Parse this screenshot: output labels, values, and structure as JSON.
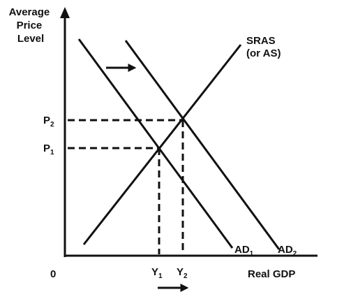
{
  "axes": {
    "y_label": [
      "Average",
      "Price",
      "Level"
    ],
    "x_label": "Real GDP",
    "origin": "0"
  },
  "curves": {
    "sras_label": [
      "SRAS",
      "(or AS)"
    ],
    "ad1_label": "AD",
    "ad1_sub": "1",
    "ad2_label": "AD",
    "ad2_sub": "2"
  },
  "ticks": {
    "p1": "P",
    "p1_sub": "1",
    "p2": "P",
    "p2_sub": "2",
    "y1": "Y",
    "y1_sub": "1",
    "y2": "Y",
    "y2_sub": "2"
  },
  "shift_arrows": [
    "right",
    "right"
  ],
  "colors": {
    "ink": "#111111",
    "background": "#ffffff"
  }
}
